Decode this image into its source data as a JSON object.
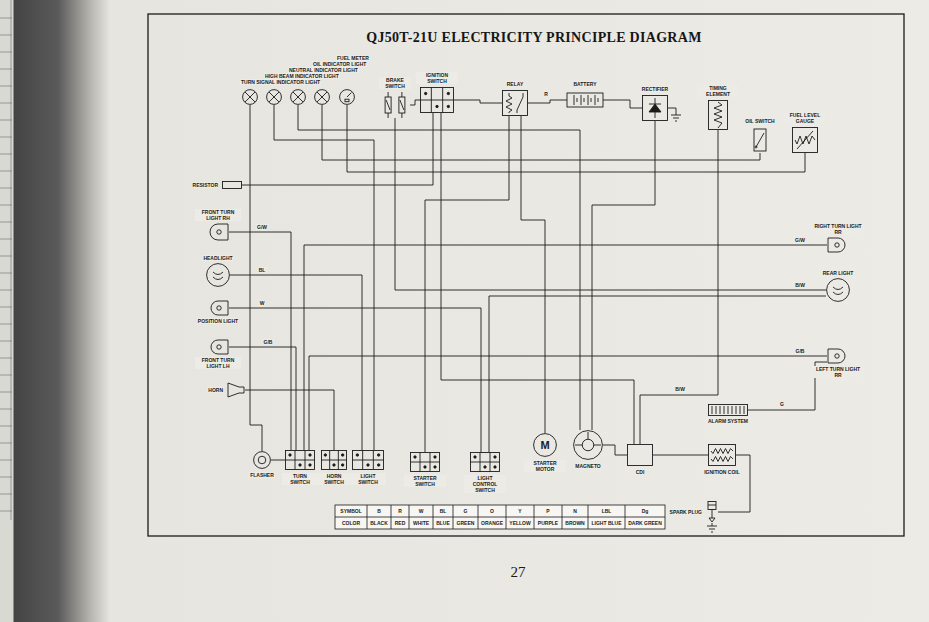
{
  "diagram": {
    "title": "QJ50T-21U ELECTRICITY PRINCIPLE DIAGRAM",
    "nodes": [
      {
        "text": [
          "TURN SIGNAL INDICATOR LIGHT"
        ]
      },
      {
        "text": [
          "HIGH BEAM INDICATOR LIGHT"
        ]
      },
      {
        "text": [
          "NEUTRAL INDICATOR LIGHT"
        ]
      },
      {
        "text": [
          "OIL INDICATOR LIGHT"
        ]
      },
      {
        "text": [
          "FUEL METER"
        ]
      },
      {
        "text": [
          "BRAKE SWITCH"
        ]
      },
      {
        "text": [
          "IGNITION SWITCH"
        ]
      },
      {
        "text": [
          "RELAY"
        ]
      },
      {
        "text": [
          "BATTERY"
        ]
      },
      {
        "text": [
          "RECTIFIER"
        ]
      },
      {
        "text": [
          "TIMING ELEMENT"
        ]
      },
      {
        "text": [
          "OIL SWITCH"
        ]
      },
      {
        "text": [
          "FUEL LEVEL GAUGE"
        ]
      },
      {
        "text": [
          "RESISTOR"
        ]
      },
      {
        "text": [
          "FRONT TURN LIGHT RH"
        ]
      },
      {
        "text": [
          "HEADLIGHT"
        ]
      },
      {
        "text": [
          "POSITION LIGHT"
        ]
      },
      {
        "text": [
          "FRONT TURN LIGHT LH"
        ]
      },
      {
        "text": [
          "HORN"
        ]
      },
      {
        "text": [
          "FLASHER"
        ]
      },
      {
        "text": [
          "TURN SWITCH"
        ]
      },
      {
        "text": [
          "HORN SWITCH"
        ]
      },
      {
        "text": [
          "LIGHT SWITCH"
        ]
      },
      {
        "text": [
          "STARTER SWITCH"
        ]
      },
      {
        "text": [
          "LIGHT CONTROL SWITCH"
        ]
      },
      {
        "text": [
          "M",
          "STARTER MOTOR"
        ]
      },
      {
        "text": [
          "MAGNETO"
        ]
      },
      {
        "text": [
          "CDI"
        ]
      },
      {
        "text": [
          "IGNITION COIL"
        ]
      },
      {
        "text": [
          "SPARK PLUG"
        ]
      },
      {
        "text": [
          "RIGHT TURN LIGHT RR"
        ]
      },
      {
        "text": [
          "REAR LIGHT"
        ]
      },
      {
        "text": [
          "LEFT TURN LIGHT RR"
        ]
      },
      {
        "text": [
          "ALARM SYSTEM"
        ]
      }
    ],
    "edges": [
      {
        "from": 8,
        "to": 7,
        "arrow": "none"
      },
      {
        "from": 7,
        "to": 6,
        "arrow": "none"
      },
      {
        "from": 9,
        "to": 8,
        "arrow": "none"
      },
      {
        "from": 26,
        "to": 9,
        "arrow": "none"
      },
      {
        "from": 26,
        "to": 27,
        "arrow": "none"
      },
      {
        "from": 27,
        "to": 28,
        "arrow": "none"
      },
      {
        "from": 28,
        "to": 29,
        "arrow": "none"
      },
      {
        "from": 10,
        "to": 27,
        "arrow": "none"
      },
      {
        "from": 6,
        "to": 27,
        "arrow": "none"
      },
      {
        "from": 6,
        "to": 5,
        "arrow": "none"
      },
      {
        "from": 5,
        "to": 31,
        "arrow": "none"
      },
      {
        "from": 19,
        "to": 20,
        "arrow": "none"
      },
      {
        "from": 20,
        "to": 14,
        "arrow": "none"
      },
      {
        "from": 20,
        "to": 17,
        "arrow": "none"
      },
      {
        "from": 20,
        "to": 30,
        "arrow": "none"
      },
      {
        "from": 20,
        "to": 32,
        "arrow": "none"
      },
      {
        "from": 0,
        "to": 19,
        "arrow": "none"
      },
      {
        "from": 22,
        "to": 15,
        "arrow": "none"
      },
      {
        "from": 22,
        "to": 1,
        "arrow": "none"
      },
      {
        "from": 24,
        "to": 16,
        "arrow": "none"
      },
      {
        "from": 24,
        "to": 31,
        "arrow": "none"
      },
      {
        "from": 21,
        "to": 18,
        "arrow": "none"
      },
      {
        "from": 23,
        "to": 7,
        "arrow": "none"
      },
      {
        "from": 7,
        "to": 25,
        "arrow": "none"
      },
      {
        "from": 12,
        "to": 4,
        "arrow": "none"
      },
      {
        "from": 11,
        "to": 3,
        "arrow": "none"
      },
      {
        "from": 13,
        "to": 6,
        "arrow": "none"
      },
      {
        "from": 2,
        "to": 26,
        "arrow": "none"
      },
      {
        "from": 33,
        "to": 32,
        "arrow": "none"
      }
    ],
    "labels": [
      "SYMBOL",
      "B",
      "R",
      "W",
      "BL",
      "G",
      "O",
      "Y",
      "P",
      "N",
      "LBL",
      "Dg",
      "COLOR",
      "BLACK",
      "RED",
      "WHITE",
      "BLUE",
      "GREEN",
      "ORANGE",
      "YELLOW",
      "PURPLE",
      "BROWN",
      "LIGHT BLUE",
      "DARK GREEN",
      "27",
      "G/W",
      "BL",
      "W",
      "G/B",
      "G/W",
      "B/W",
      "G/B",
      "R",
      "B/W",
      "G"
    ]
  }
}
